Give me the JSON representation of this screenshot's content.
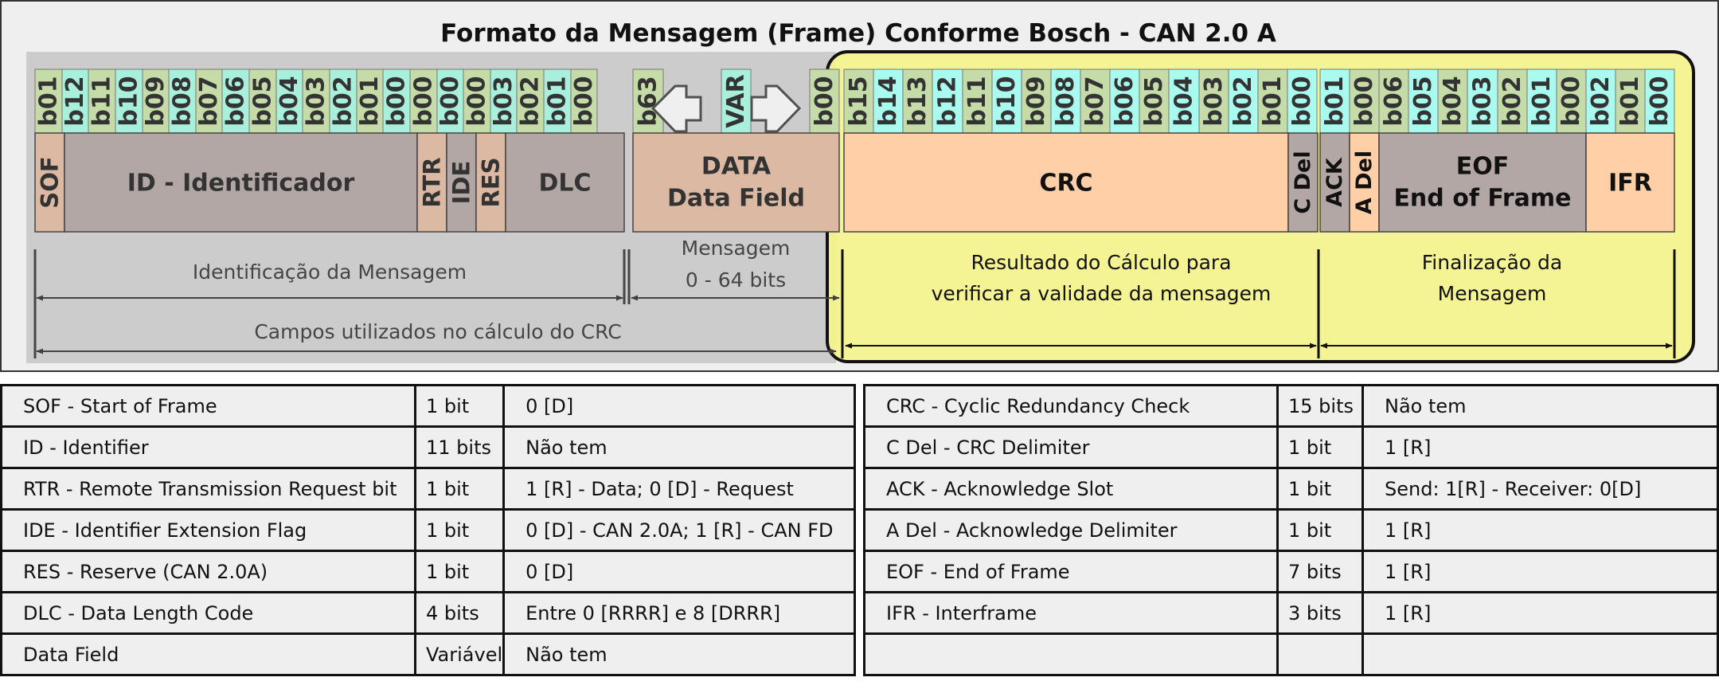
{
  "title": "Formato da Mensagem (Frame) Conforme Bosch - CAN 2.0 A",
  "bits": {
    "sof": [
      "b01"
    ],
    "id": [
      "b12",
      "b11",
      "b10",
      "b09",
      "b08",
      "b07",
      "b06",
      "b05",
      "b04",
      "b03",
      "b02",
      "b01",
      "b00"
    ],
    "rtr": [
      "b00"
    ],
    "ide": [
      "b00"
    ],
    "res": [
      "b00"
    ],
    "dlc": [
      "b03",
      "b02",
      "b01",
      "b00"
    ],
    "data_first": "b63",
    "data_var": "VAR",
    "data_last": "b00",
    "crc": [
      "b15",
      "b14",
      "b13",
      "b12",
      "b11",
      "b10",
      "b09",
      "b08",
      "b07",
      "b06",
      "b05",
      "b04",
      "b03",
      "b02",
      "b01",
      "b00"
    ],
    "ack": [
      "b01",
      "b00"
    ],
    "eof": [
      "b06",
      "b05",
      "b04",
      "b03",
      "b02",
      "b01",
      "b00"
    ],
    "ifr": [
      "b02",
      "b01",
      "b00"
    ]
  },
  "fields": {
    "sof": "SOF",
    "id": "ID - Identificador",
    "rtr": "RTR",
    "ide": "IDE",
    "res": "RES",
    "dlc": "DLC",
    "data_1": "DATA",
    "data_2": "Data Field",
    "crc": "CRC",
    "cdel": "C Del",
    "ack": "ACK",
    "adel": "A Del",
    "eof_1": "EOF",
    "eof_2": "End of Frame",
    "ifr": "IFR"
  },
  "annotations": {
    "ident": "Identificação da Mensagem",
    "msg_1": "Mensagem",
    "msg_2": "0 - 64 bits",
    "crc_fields": "Campos utilizados no cálculo do CRC",
    "crc_result_1": "Resultado do Cálculo para",
    "crc_result_2": "verificar a validade da mensagem",
    "final_1": "Finalização da",
    "final_2": "Mensagem"
  },
  "left_table": [
    [
      "SOF - Start of Frame",
      "1 bit",
      "0 [D]"
    ],
    [
      "ID - Identifier",
      "11 bits",
      "Não tem"
    ],
    [
      "RTR - Remote Transmission Request bit",
      "1 bit",
      "1 [R] - Data; 0 [D] - Request"
    ],
    [
      "IDE - Identifier Extension Flag",
      "1 bit",
      "0 [D] - CAN 2.0A; 1 [R] - CAN FD"
    ],
    [
      "RES - Reserve (CAN 2.0A)",
      "1 bit",
      "0 [D]"
    ],
    [
      "DLC - Data Length Code",
      "4 bits",
      "Entre 0 [RRRR] e 8 [DRRR]"
    ],
    [
      "Data Field",
      "Variável",
      "Não tem"
    ]
  ],
  "right_table": [
    [
      "CRC - Cyclic Redundancy Check",
      "15 bits",
      "Não tem"
    ],
    [
      "C Del - CRC Delimiter",
      "1 bit",
      "1 [R]"
    ],
    [
      "ACK - Acknowledge Slot",
      "1 bit",
      "Send: 1[R] - Receiver: 0[D]"
    ],
    [
      "A Del - Acknowledge Delimiter",
      "1 bit",
      "1 [R]"
    ],
    [
      "EOF - End of Frame",
      "7 bits",
      "1 [R]"
    ],
    [
      "IFR - Interframe",
      "3 bits",
      "1 [R]"
    ],
    [
      "",
      "",
      ""
    ]
  ],
  "colors": {
    "bit_green": "#c5dba8",
    "bit_cyan": "#a8f0dc",
    "bit_cyan_bright": "#a9fbf0",
    "field_peach": "#dcb9a3",
    "field_mauve": "#b3a7a6",
    "crc_peach": "#ffd0a8",
    "highlight_yellow": "#f4f48d",
    "panel_grey": "#cccccc"
  }
}
